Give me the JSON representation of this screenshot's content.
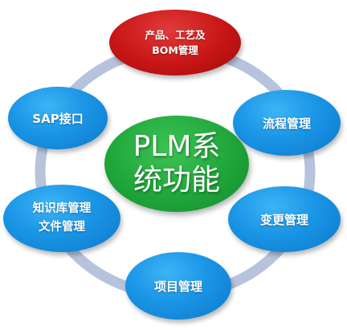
{
  "colors": {
    "blue": "#1a95e6",
    "red": "#c71515",
    "green": "#1fa63a",
    "ring": "#b7c3dc"
  },
  "center": {
    "label": "PLM系\n统功能"
  },
  "nodes": {
    "top": {
      "label": "产品、工艺及\nBOM管理"
    },
    "right_upper": {
      "label": "流程管理"
    },
    "right_lower": {
      "label": "变更管理"
    },
    "bottom": {
      "label": "项目管理"
    },
    "left_lower": {
      "label": "知识库管理\n文件管理"
    },
    "left_upper": {
      "label": "SAP接口"
    }
  }
}
